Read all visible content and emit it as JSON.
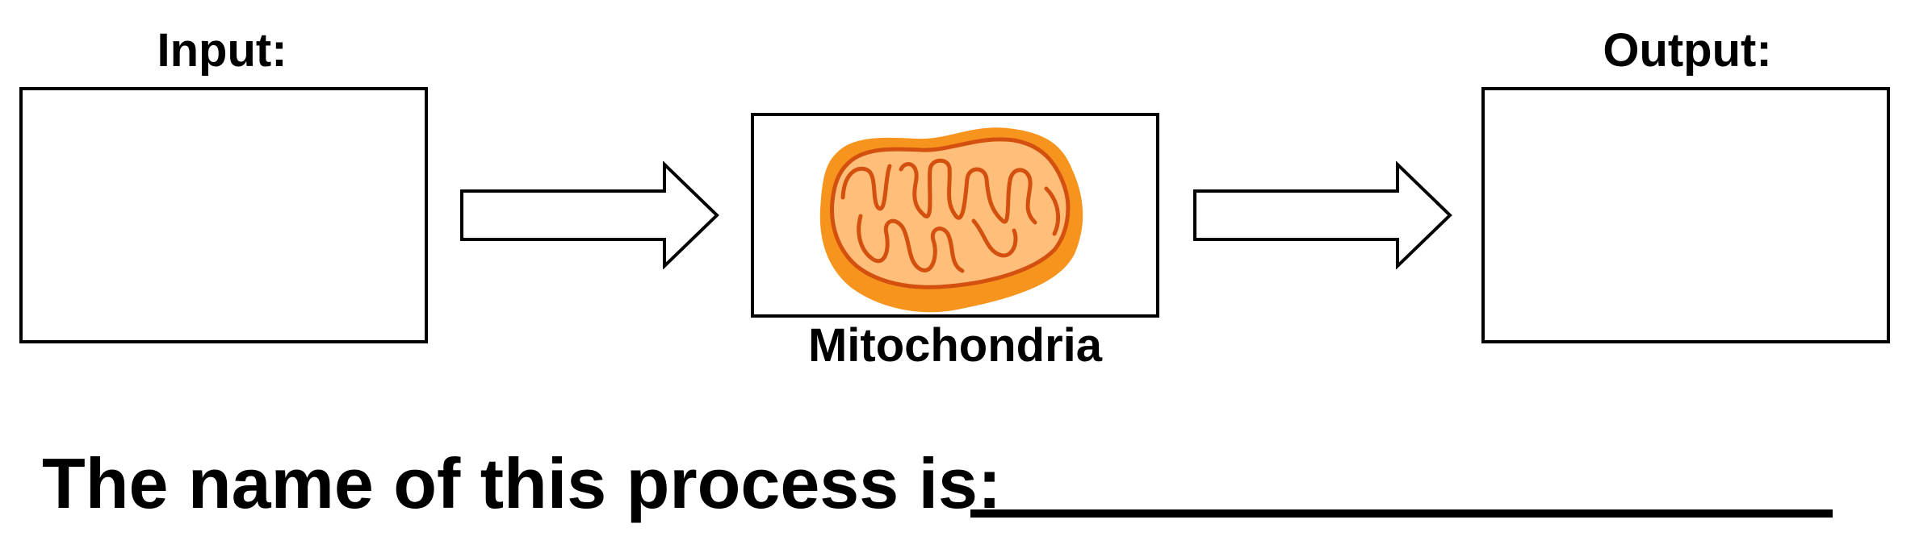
{
  "input": {
    "label": "Input:"
  },
  "organelle": {
    "label": "Mitochondria"
  },
  "output": {
    "label": "Output:"
  },
  "question": {
    "text": "The name of this process is:",
    "blank": "____________________________"
  },
  "colors": {
    "outer_membrane": "#f7941d",
    "inner_fill": "#ffbf7a",
    "cristae_stroke": "#d4500f",
    "arrow_fill": "#ffffff",
    "stroke": "#000000"
  },
  "icons": {
    "organelle_picture": "mitochondrion-icon",
    "flow_arrow": "right-arrow-icon"
  }
}
